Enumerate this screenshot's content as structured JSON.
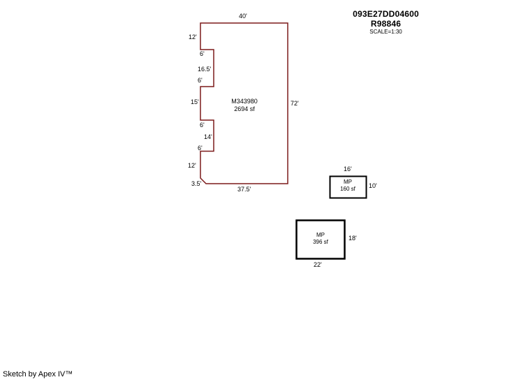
{
  "header": {
    "parcel_id": "093E27DD04600",
    "account": "R98846",
    "scale": "SCALE=1:30"
  },
  "main_building": {
    "name": "M343980",
    "area": "2694 sf",
    "dims": {
      "top": "40'",
      "right": "72'",
      "bottom": "37.5'",
      "left_segments": [
        "12'",
        "6'",
        "16.5'",
        "6'",
        "15'",
        "6'",
        "14'",
        "6'",
        "12'",
        "3.5'"
      ]
    }
  },
  "mp_small": {
    "label": "MP",
    "area": "160 sf",
    "width": "16'",
    "height": "10'"
  },
  "mp_large": {
    "label": "MP",
    "area": "396 sf",
    "width": "22'",
    "height": "18'"
  },
  "footer": {
    "credit": "Sketch by Apex IV™"
  },
  "colors": {
    "main_outline": "#7c1a1a",
    "mp_outline": "#000000",
    "background": "#ffffff"
  }
}
